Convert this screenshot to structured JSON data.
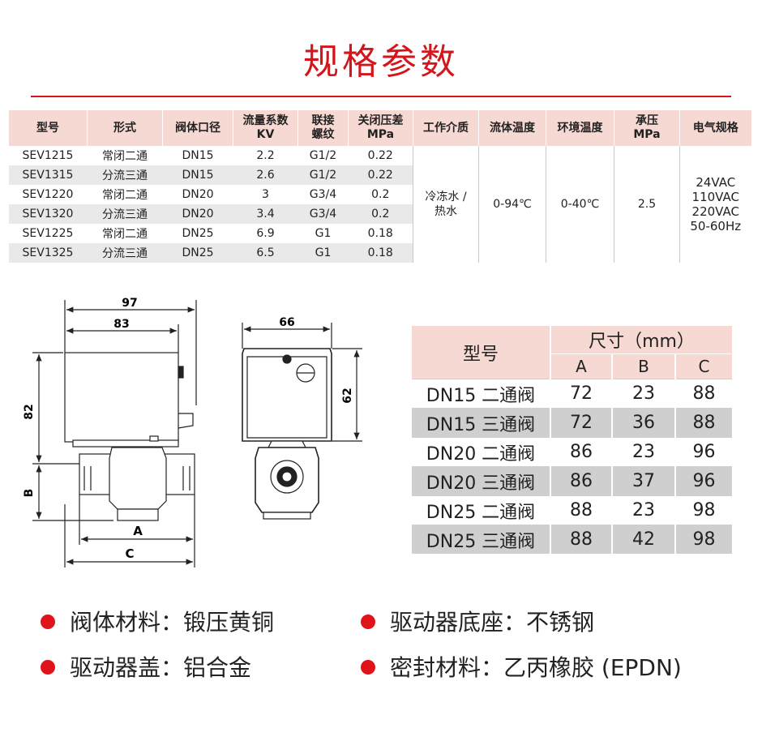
{
  "title": "规格参数",
  "spec": {
    "headers": [
      "型号",
      "形式",
      "阀体口径",
      "流量系数 KV",
      "联接 螺纹",
      "关闭压差 MPa",
      "工作介质",
      "流体温度",
      "环境温度",
      "承压 MPa",
      "电气规格"
    ],
    "rows": [
      [
        "SEV1215",
        "常闭二通",
        "DN15",
        "2.2",
        "G1/2",
        "0.22"
      ],
      [
        "SEV1315",
        "分流三通",
        "DN15",
        "2.6",
        "G1/2",
        "0.22"
      ],
      [
        "SEV1220",
        "常闭二通",
        "DN20",
        "3",
        "G3/4",
        "0.2"
      ],
      [
        "SEV1320",
        "分流三通",
        "DN20",
        "3.4",
        "G3/4",
        "0.2"
      ],
      [
        "SEV1225",
        "常闭二通",
        "DN25",
        "6.9",
        "G1",
        "0.18"
      ],
      [
        "SEV1325",
        "分流三通",
        "DN25",
        "6.5",
        "G1",
        "0.18"
      ]
    ],
    "medium": "冷冻水 / 热水",
    "fluid_temp": "0-94℃",
    "ambient_temp": "0-40℃",
    "pressure": "2.5",
    "electrical": "24VAC 110VAC 220VAC 50-60Hz"
  },
  "drawing": {
    "front": {
      "dim_97": "97",
      "dim_83": "83",
      "dim_82": "82",
      "dim_B": "B",
      "dim_A": "A",
      "dim_C": "C"
    },
    "side": {
      "dim_66": "66",
      "dim_62": "62"
    }
  },
  "dimensions": {
    "model_header": "型号",
    "size_header": "尺寸（mm）",
    "col_a": "A",
    "col_b": "B",
    "col_c": "C",
    "rows": [
      [
        "DN15 二通阀",
        "72",
        "23",
        "88"
      ],
      [
        "DN15 三通阀",
        "72",
        "36",
        "88"
      ],
      [
        "DN20 二通阀",
        "86",
        "23",
        "96"
      ],
      [
        "DN20 三通阀",
        "86",
        "37",
        "96"
      ],
      [
        "DN25 二通阀",
        "88",
        "23",
        "98"
      ],
      [
        "DN25 三通阀",
        "88",
        "42",
        "98"
      ]
    ]
  },
  "materials": {
    "body": "阀体材料：锻压黄铜",
    "base": "驱动器底座：不锈钢",
    "cover": "驱动器盖：铝合金",
    "seal": "密封材料：乙丙橡胶 (EPDN)"
  },
  "colors": {
    "accent": "#d4161c",
    "header_bg": "#f7d9d3",
    "stripe": "#e9e9e9"
  }
}
